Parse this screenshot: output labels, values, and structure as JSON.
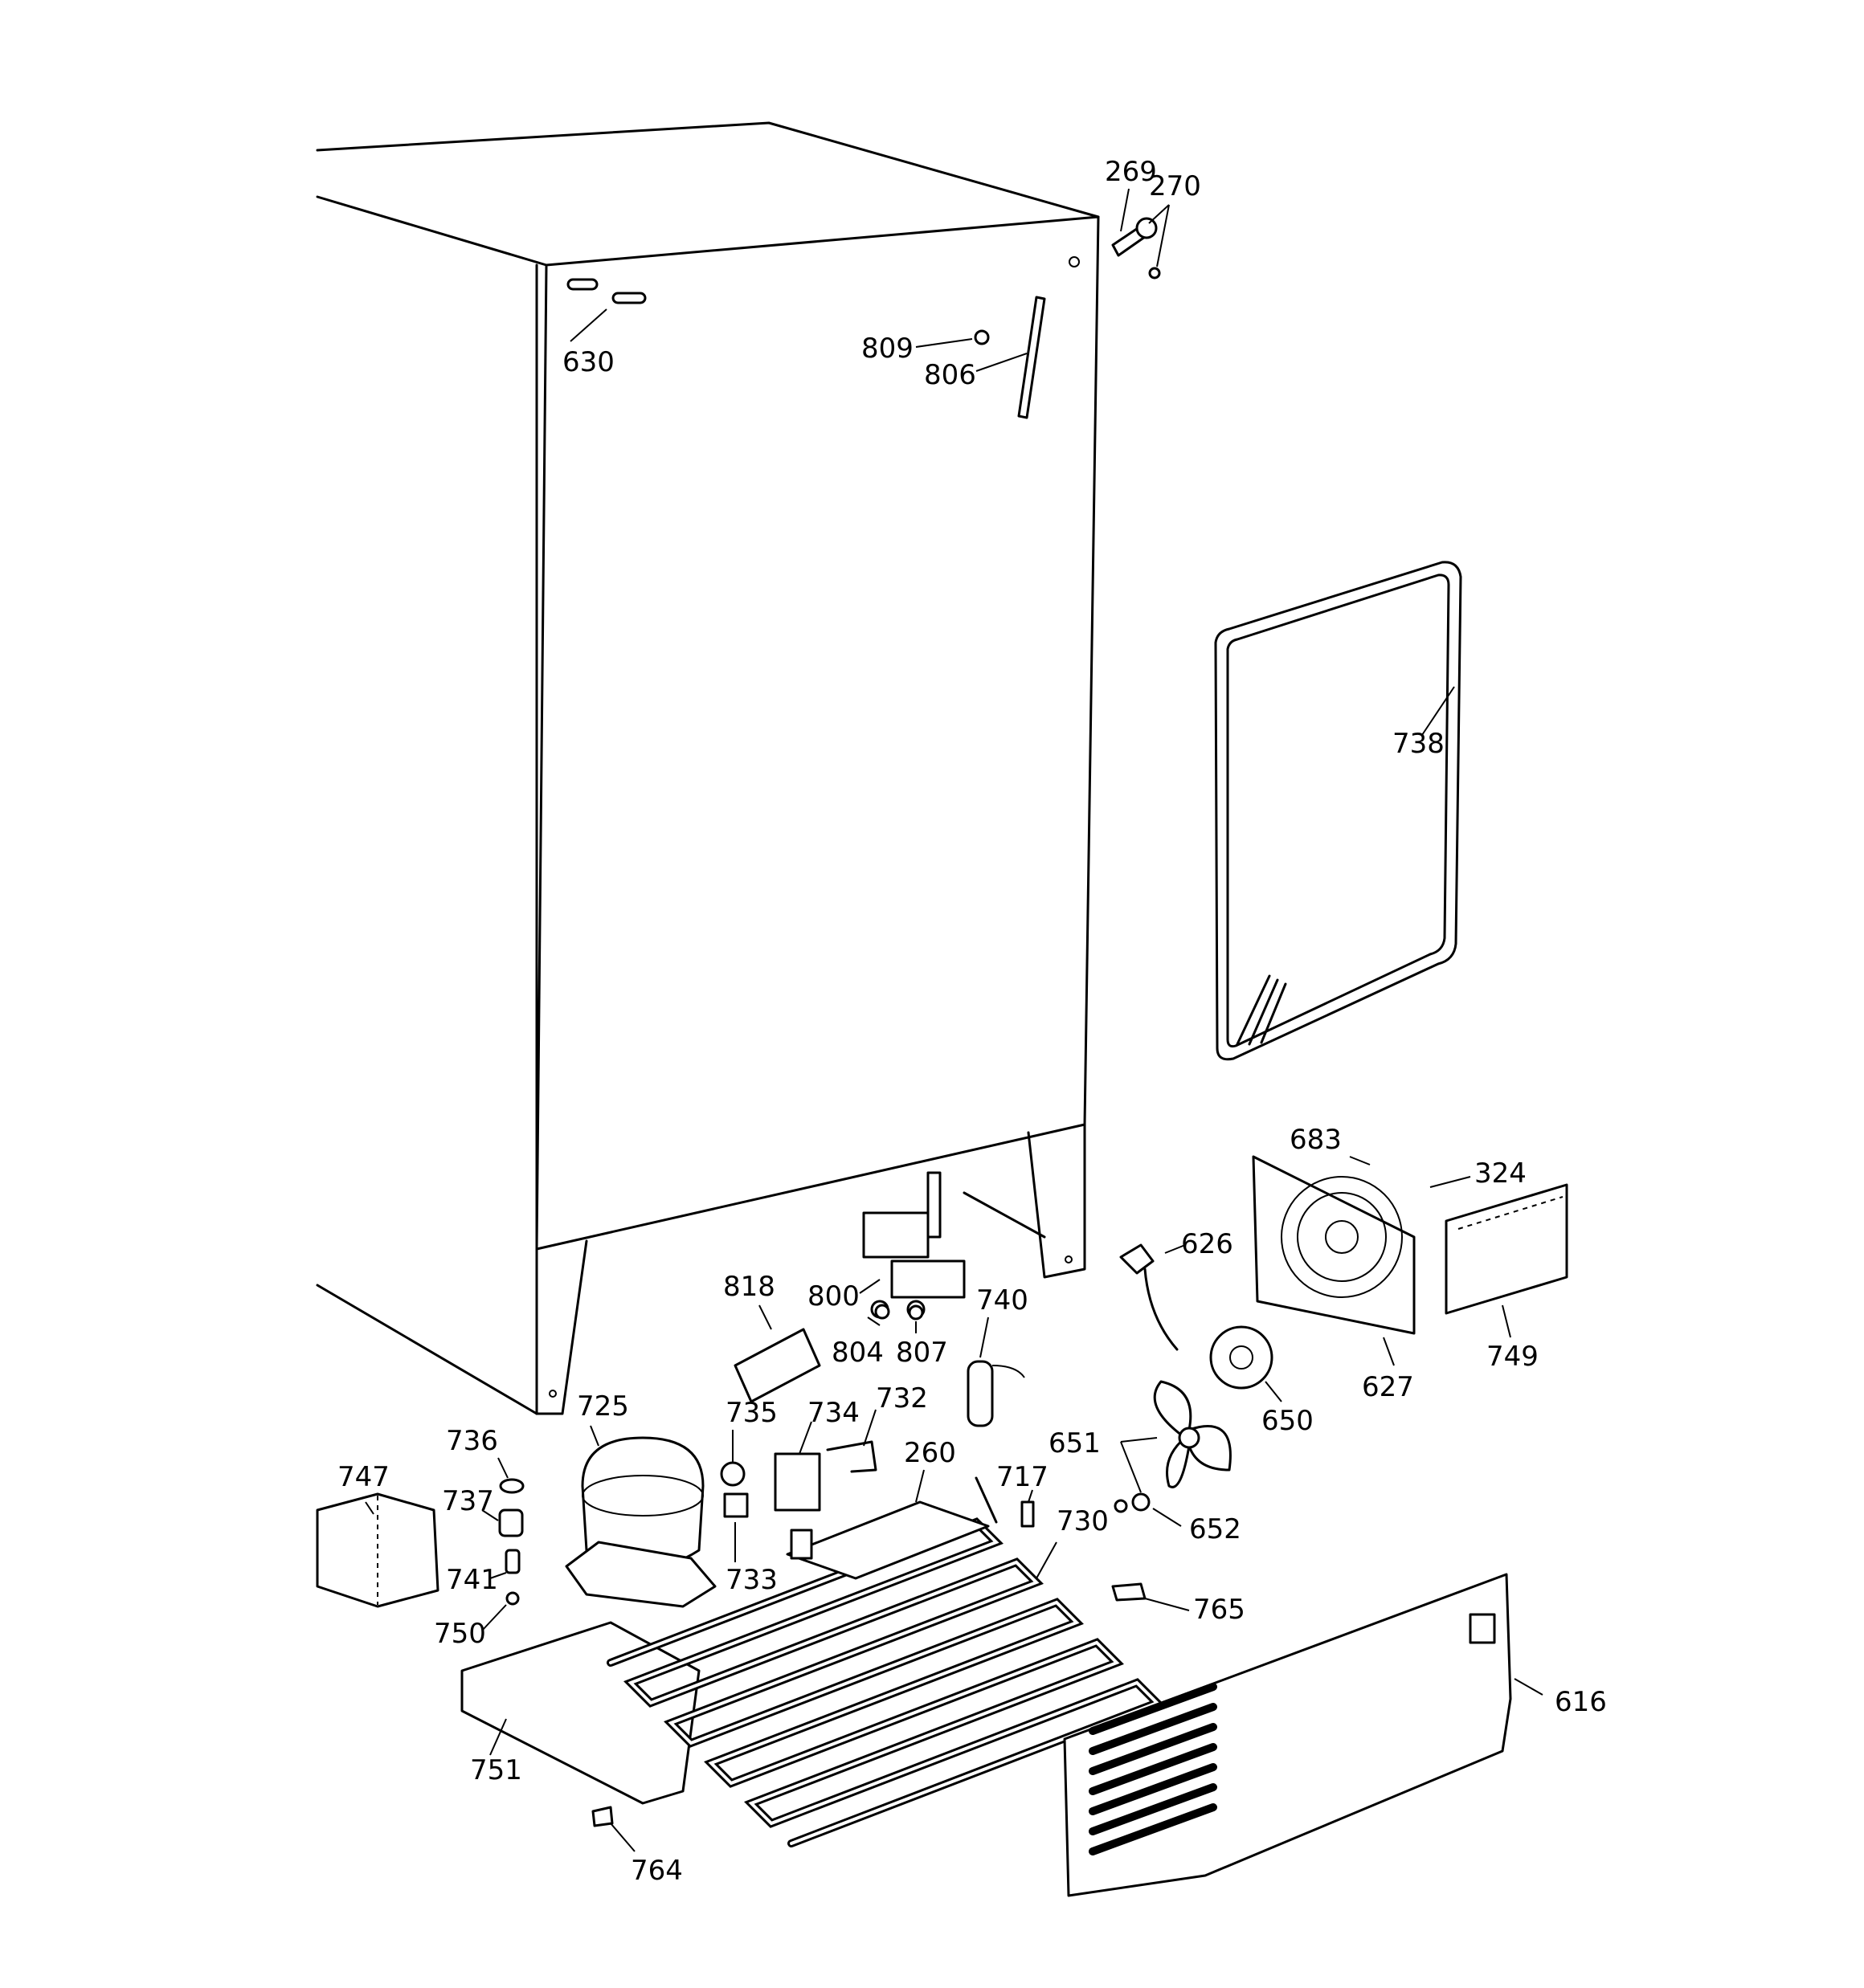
{
  "parts": [
    {
      "id": "269"
    },
    {
      "id": "270"
    },
    {
      "id": "630"
    },
    {
      "id": "809"
    },
    {
      "id": "806"
    },
    {
      "id": "738"
    },
    {
      "id": "683"
    },
    {
      "id": "324"
    },
    {
      "id": "626"
    },
    {
      "id": "749"
    },
    {
      "id": "627"
    },
    {
      "id": "650"
    },
    {
      "id": "818"
    },
    {
      "id": "800"
    },
    {
      "id": "804"
    },
    {
      "id": "807"
    },
    {
      "id": "740"
    },
    {
      "id": "725"
    },
    {
      "id": "735"
    },
    {
      "id": "734"
    },
    {
      "id": "732"
    },
    {
      "id": "736"
    },
    {
      "id": "747"
    },
    {
      "id": "737"
    },
    {
      "id": "260"
    },
    {
      "id": "717"
    },
    {
      "id": "651"
    },
    {
      "id": "652"
    },
    {
      "id": "730"
    },
    {
      "id": "733"
    },
    {
      "id": "741"
    },
    {
      "id": "765"
    },
    {
      "id": "750"
    },
    {
      "id": "616"
    },
    {
      "id": "751"
    },
    {
      "id": "764"
    }
  ]
}
